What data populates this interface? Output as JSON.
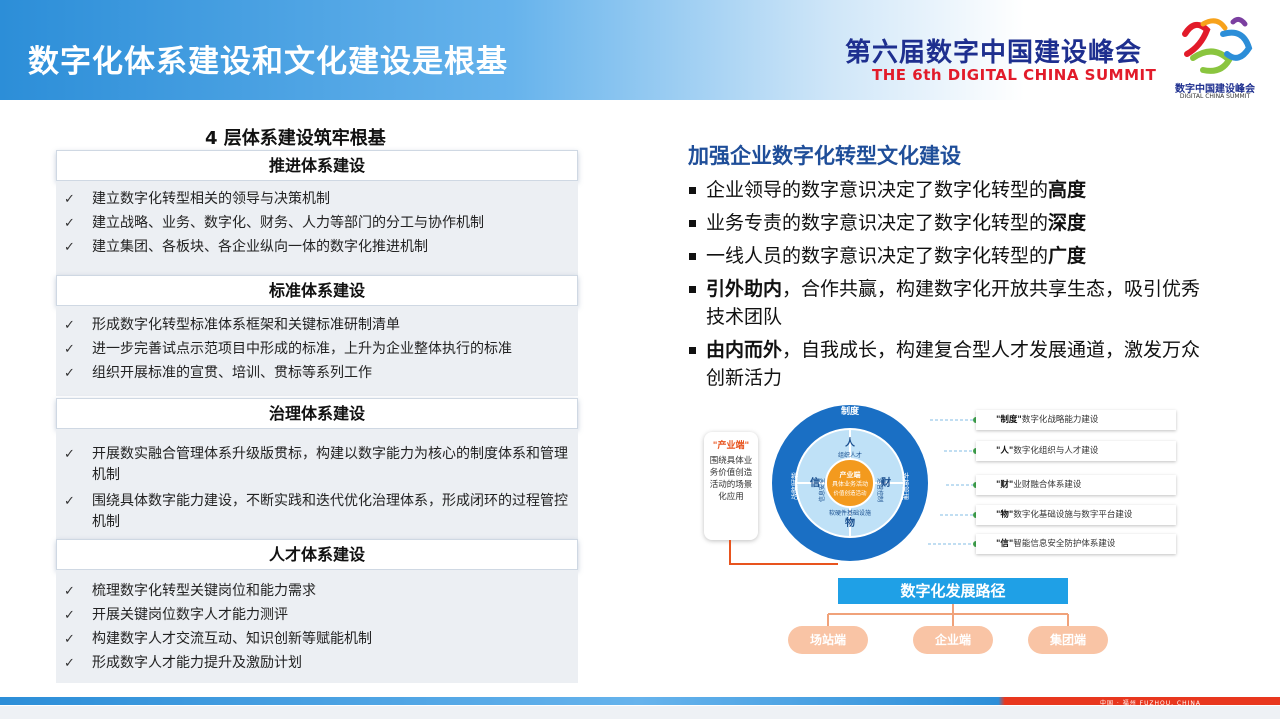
{
  "header": {
    "title": "数字化体系建设和文化建设是根基",
    "summit_cn": "第六届数字中国建设峰会",
    "summit_en": "THE 6th DIGITAL CHINA SUMMIT",
    "logo_cn": "数字中国建设峰会",
    "logo_en": "DIGITAL CHINA SUMMIT"
  },
  "left": {
    "title": "4 层体系建设筑牢根基",
    "sections": [
      {
        "heading": "推进体系建设",
        "items": [
          "建立数字化转型相关的领导与决策机制",
          "建立战略、业务、数字化、财务、人力等部门的分工与协作机制",
          "建立集团、各板块、各企业纵向一体的数字化推进机制"
        ]
      },
      {
        "heading": "标准体系建设",
        "items": [
          "形成数字化转型标准体系框架和关键标准研制清单",
          "进一步完善试点示范项目中形成的标准，上升为企业整体执行的标准",
          "组织开展标准的宣贯、培训、贯标等系列工作"
        ]
      },
      {
        "heading": "治理体系建设",
        "items": [
          "开展数实融合管理体系升级版贯标，构建以数字能力为核心的制度体系和管理机制",
          "围绕具体数字能力建设，不断实践和迭代优化治理体系，形成闭环的过程管控机制"
        ]
      },
      {
        "heading": "人才体系建设",
        "items": [
          "梳理数字化转型关键岗位和能力需求",
          "开展关键岗位数字人才能力测评",
          "构建数字人才交流互动、知识创新等赋能机制",
          "形成数字人才能力提升及激励计划"
        ]
      }
    ],
    "check_glyph": "✓"
  },
  "right": {
    "title": "加强企业数字化转型文化建设",
    "bullets": [
      {
        "pre": "企业领导的数字意识决定了数字化转型的",
        "bold": "高度",
        "post": ""
      },
      {
        "pre": "业务专责的数字意识决定了数字化转型的",
        "bold": "深度",
        "post": ""
      },
      {
        "pre": "一线人员的数字意识决定了数字化转型的",
        "bold": "广度",
        "post": ""
      },
      {
        "pre": "",
        "bold": "引外助内",
        "post": "，合作共赢，构建数字化开放共享生态，吸引优秀技术团队"
      },
      {
        "pre": "",
        "bold": "由内而外",
        "post": "，自我成长，构建复合型人才发展通道，激发万众创新活力"
      }
    ]
  },
  "diagram": {
    "side_title": "\"产业端\"",
    "side_text": "围绕具体业务价值创造活动的场景化应用",
    "ring_top": "制度",
    "ring_left": "战略赋能",
    "ring_right": "支撑管理",
    "quad_top": "人",
    "quad_top_sub": "组织人才",
    "quad_left": "信",
    "quad_left_sub": "信息安全",
    "quad_right": "财",
    "quad_right_sub": "运营控制",
    "quad_bottom": "物",
    "quad_bottom_sub": "软硬件基础设施",
    "center_1": "产业端",
    "center_2": "具体业务活动",
    "center_3": "价值创造活动",
    "labels": [
      {
        "bold": "\"制度\"",
        "text": "数字化战略能力建设"
      },
      {
        "bold": "\"人\"",
        "text": "数字化组织与人才建设"
      },
      {
        "bold": "\"财\"",
        "text": "业财融合体系建设"
      },
      {
        "bold": "\"物\"",
        "text": "数字化基础设施与数字平台建设"
      },
      {
        "bold": "\"信\"",
        "text": "智能信息安全防护体系建设"
      }
    ],
    "path_label": "数字化发展路径",
    "ovals": [
      "场站端",
      "企业端",
      "集团端"
    ]
  },
  "footer": {
    "text": "中国 · 福州   FUZHOU, CHINA"
  },
  "colors": {
    "accent_blue": "#1f4e99",
    "header_blue": "#2c8ed8",
    "ring_blue": "#1a6fc4",
    "path_blue": "#1fa0e6",
    "oval": "#f9c4a5",
    "footer_red": "#e8371e"
  }
}
